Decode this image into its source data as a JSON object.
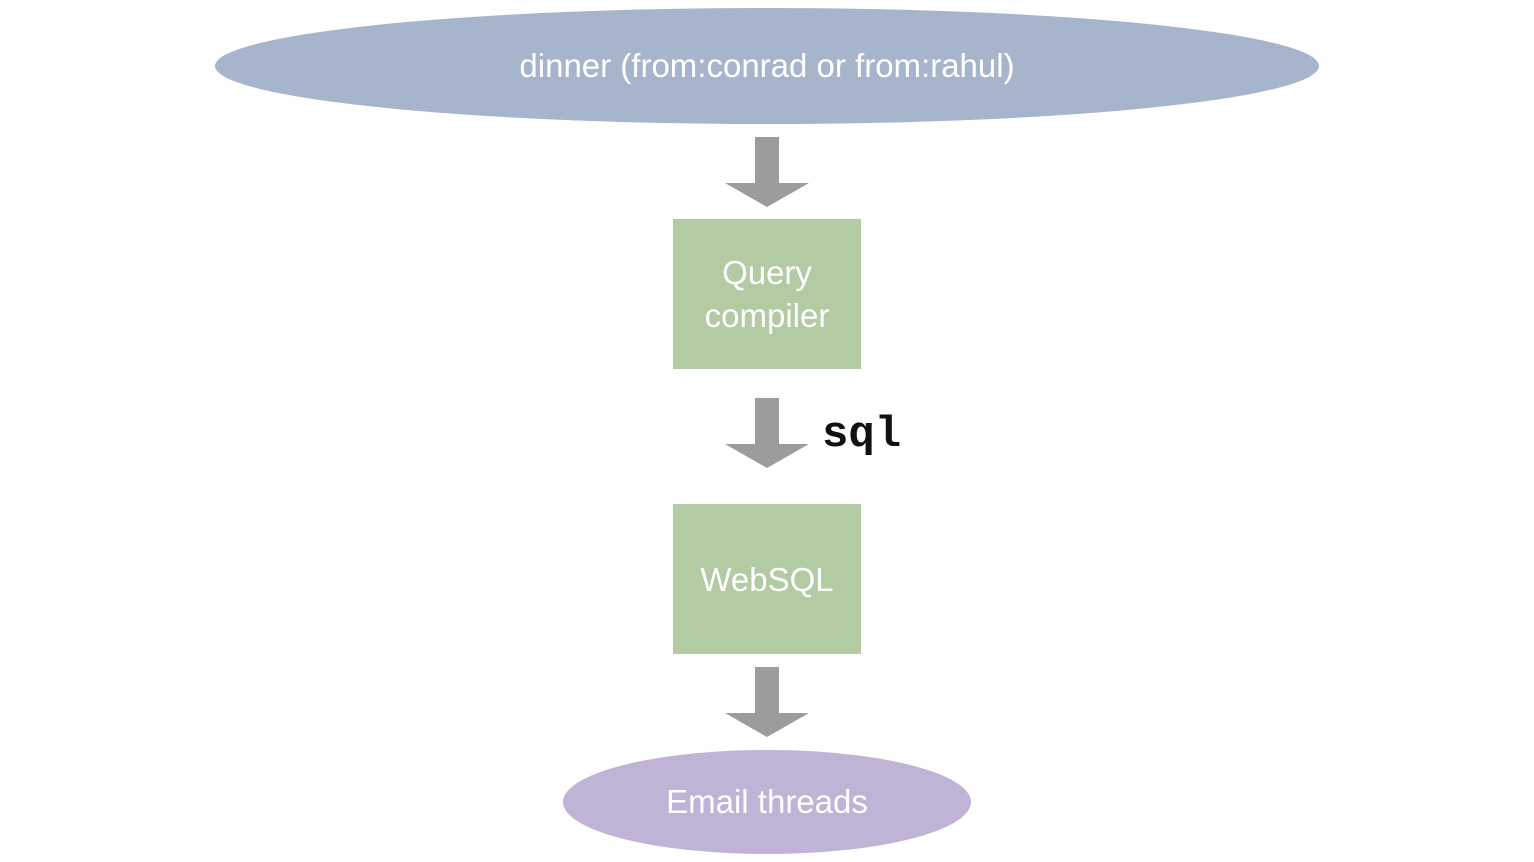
{
  "colors": {
    "query_ellipse": "#a6b5cc",
    "process_box": "#b2cba3",
    "result_ellipse": "#bfb3d6",
    "arrow": "#9a9d9a",
    "label_text": "#111111"
  },
  "nodes": {
    "query": {
      "label": "dinner (from:conrad or from:rahul)"
    },
    "compiler": {
      "label": "Query compiler"
    },
    "websql": {
      "label": "WebSQL"
    },
    "result": {
      "label": "Email threads"
    }
  },
  "edges": [
    {
      "from": "query",
      "to": "compiler",
      "label": ""
    },
    {
      "from": "compiler",
      "to": "websql",
      "label": "sql"
    },
    {
      "from": "websql",
      "to": "result",
      "label": ""
    }
  ],
  "icons": {
    "flow_arrow": "down-arrow-icon"
  }
}
